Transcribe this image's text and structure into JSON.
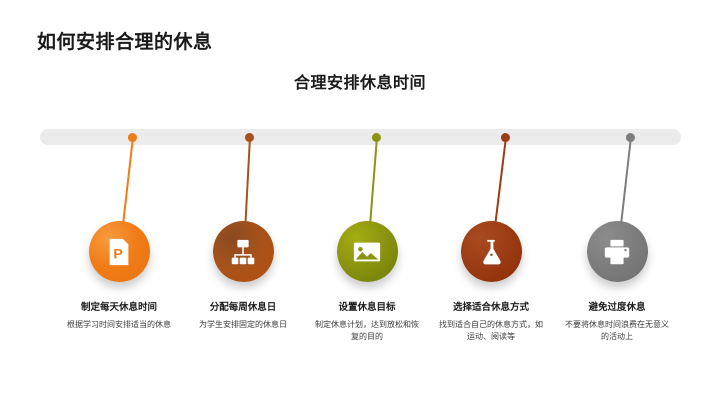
{
  "slide": {
    "title": "如何安排合理的休息",
    "subtitle": "合理安排休息时间",
    "background_color": "#ffffff",
    "bar_color": "#ebebeb"
  },
  "nodes": [
    {
      "title": "制定每天休息时间",
      "desc": "根据学习时间安排适当的休息",
      "icon": "powerpoint-document-icon",
      "color": "#f07c18",
      "color_light": "#f79b3d",
      "color_dark": "#e8720f"
    },
    {
      "title": "分配每周休息日",
      "desc": "为学生安排固定的休息日",
      "icon": "hierarchy-icon",
      "color": "#a8521b",
      "color_light": "#8a4a22",
      "color_dark": "#b4500c"
    },
    {
      "title": "设置休息目标",
      "desc": "制定休息计划，达到放松和恢复的目的",
      "icon": "image-icon",
      "color": "#8b9410",
      "color_light": "#a3ad12",
      "color_dark": "#6b7a06"
    },
    {
      "title": "选择适合休息方式",
      "desc": "找到适合自己的休息方式，如运动、阅读等",
      "icon": "flask-icon",
      "color": "#9c3c14",
      "color_light": "#a84a21",
      "color_dark": "#8a2c06"
    },
    {
      "title": "避免过度休息",
      "desc": "不要将休息时间浪费在无意义的活动上",
      "icon": "printer-icon",
      "color": "#7d7d7d",
      "color_light": "#8c8c8c",
      "color_dark": "#6e6e6e"
    }
  ]
}
